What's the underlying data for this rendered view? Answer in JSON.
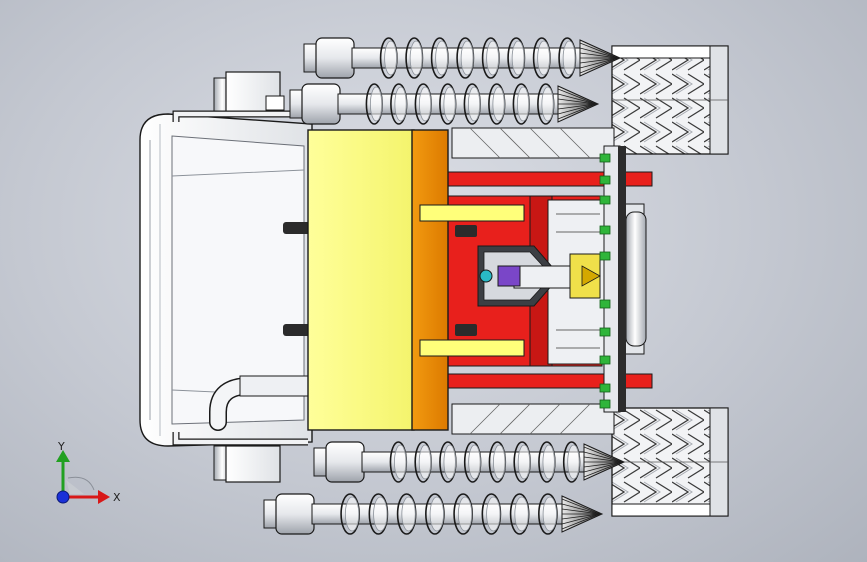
{
  "viewport": {
    "background_top": "#dcdfe6",
    "background_bottom": "#aeb3bd"
  },
  "colors": {
    "yellow_plate": "#ffff80",
    "orange_plate": "#ee8a00",
    "red_frame": "#e8201c",
    "green_bolt": "#2fb53a",
    "purple_part": "#7a46c8",
    "steel": "#eef0f3",
    "outline": "#1a1a1a"
  },
  "triad": {
    "x_label": "X",
    "y_label": "Y",
    "x_color": "#d81818",
    "y_color": "#21a021",
    "z_color": "#1a30d8"
  },
  "parts": {
    "augers": [
      "auger-top-outer",
      "auger-top-inner",
      "auger-bottom-inner",
      "auger-bottom-outer"
    ],
    "tracks": [
      "track-top",
      "track-bottom"
    ]
  }
}
